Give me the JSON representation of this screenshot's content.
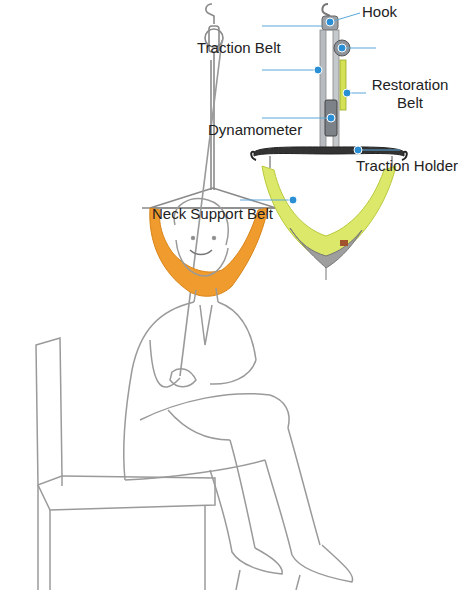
{
  "diagram": {
    "labels": [
      "Hook",
      "Traction Belt",
      "Restoration Belt",
      "Dynamometer",
      "Traction Holder",
      "Neck Support Belt"
    ]
  }
}
